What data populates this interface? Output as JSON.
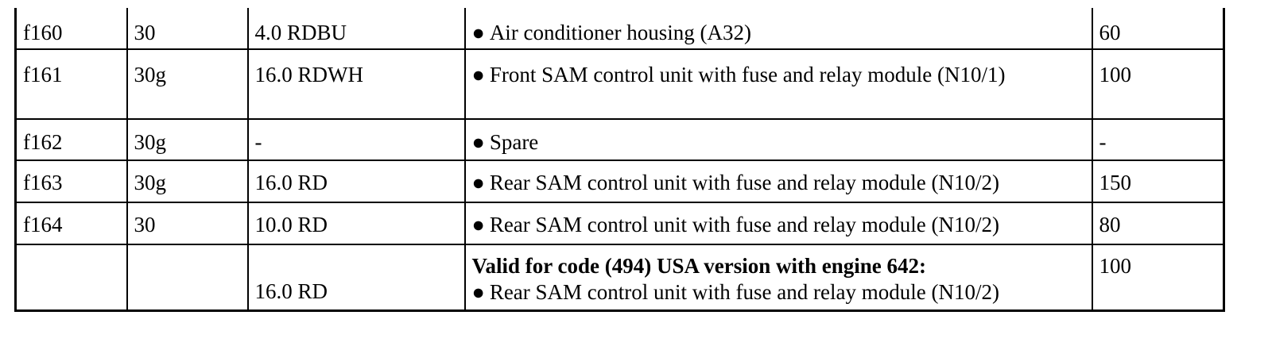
{
  "rows": [
    {
      "fuse": "f160",
      "terminal": "30",
      "wire": "4.0 RDBU",
      "bullet": "●",
      "consumer": "Air conditioner housing (A32)",
      "amps": "60"
    },
    {
      "fuse": "f161",
      "terminal": "30g",
      "wire": "16.0 RDWH",
      "bullet": "●",
      "consumer": "Front SAM control unit with fuse and relay module (N10/1)",
      "amps": "100"
    },
    {
      "fuse": "f162",
      "terminal": "30g",
      "wire": "-",
      "bullet": "●",
      "consumer": "Spare",
      "amps": "-"
    },
    {
      "fuse": "f163",
      "terminal": "30g",
      "wire": "16.0 RD",
      "bullet": "●",
      "consumer": "Rear SAM control unit with fuse and relay module (N10/2)",
      "amps": "150"
    },
    {
      "fuse": "f164",
      "terminal": "30",
      "wire": "10.0 RD",
      "bullet": "●",
      "consumer": "Rear SAM control unit with fuse and relay module (N10/2)",
      "amps": "80"
    },
    {
      "fuse": "",
      "terminal": "",
      "wire": "16.0 RD",
      "condition": "Valid for code (494) USA version with engine 642:",
      "bullet": "●",
      "consumer": "Rear SAM control unit with fuse and relay module (N10/2)",
      "amps": "100"
    }
  ]
}
